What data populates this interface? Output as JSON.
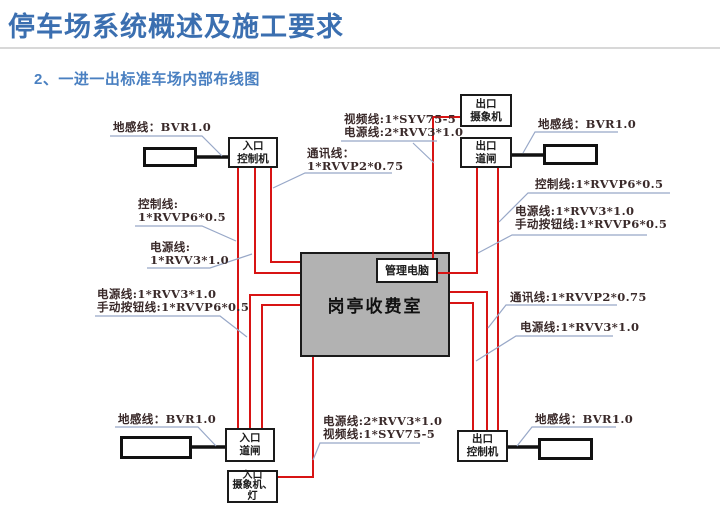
{
  "page": {
    "title": "停车场系统概述及施工要求",
    "subtitle": "2、一进一出标准车场内部布线图"
  },
  "colors": {
    "title_blue": "#3b6fb0",
    "subtitle_blue": "#4a80c1",
    "wire_red": "#d81414",
    "connector_black": "#111111",
    "leader_blue": "#98a8c8",
    "booth_gray": "#b2b2b2",
    "label_text": "#3a2a2a"
  },
  "diagram": {
    "boxes": {
      "entrance_control": "入口\n控制机",
      "exit_camera": "出口\n摄象机",
      "exit_barrier": "出口\n道闸",
      "entrance_barrier": "入口\n道闸",
      "entrance_camera_light": "入口\n摄象机、\n灯",
      "exit_control": "出口\n控制机",
      "booth": "岗亭收费室",
      "management_pc": "管理电脑"
    },
    "wire_labels": {
      "ground_top_left": "地感线：BVR1.0",
      "ground_top_right": "地感线：BVR1.0",
      "ground_bottom_left": "地感线：BVR1.0",
      "ground_bottom_right": "地感线：BVR1.0",
      "comm_top": "通讯线：\n1*RVVP2*0.75",
      "control_left": "控制线:\n1*RVVP6*0.5",
      "power_left": "电源线:\n1*RVV3*1.0",
      "power_button_left": "电源线:1*RVV3*1.0\n手动按钮线:1*RVVP6*0.5",
      "video_power_top_right": "视频线:1*SYV75-5\n电源线:2*RVV3*1.0",
      "control_right": "控制线:1*RVVP6*0.5",
      "power_button_right": "电源线:1*RVV3*1.0\n手动按钮线:1*RVVP6*0.5",
      "comm_right": "通讯线:1*RVVP2*0.75",
      "power_right": "电源线:1*RVV3*1.0",
      "power_video_bottom": "电源线:2*RVV3*1.0\n视频线:1*SYV75-5"
    }
  }
}
